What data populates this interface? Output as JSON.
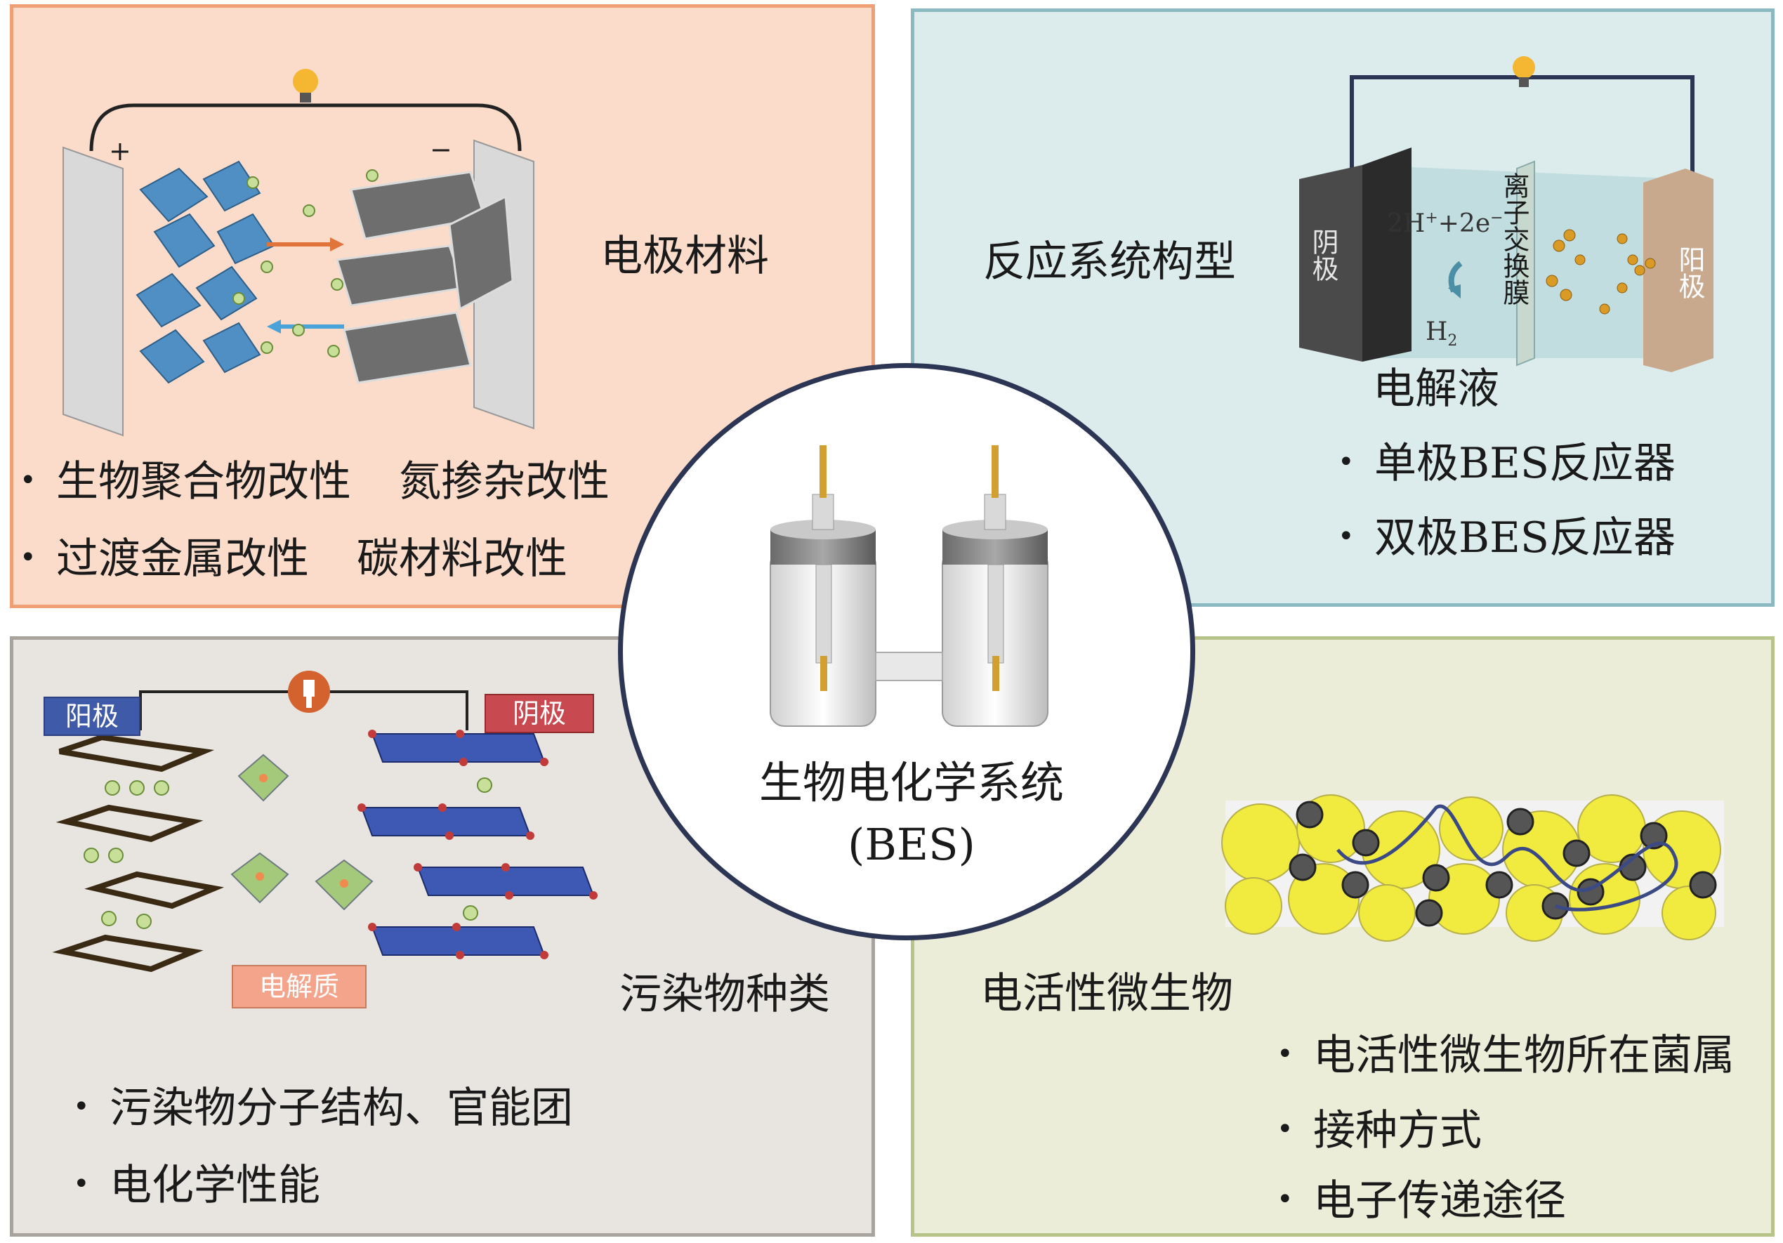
{
  "center": {
    "title": "生物电化学系统",
    "subtitle": "(BES)"
  },
  "electrode_materials": {
    "title": "电极材料",
    "plus": "+",
    "minus": "−",
    "bullets": [
      {
        "a": "生物聚合物改性",
        "b": "氮掺杂改性"
      },
      {
        "a": "过渡金属改性",
        "b": "碳材料改性"
      }
    ]
  },
  "reactor": {
    "title": "反应系统构型",
    "cathode": "阴极",
    "anode": "阳极",
    "membrane": "离子交换膜",
    "reaction": "2H",
    "reaction_sup": "+",
    "reaction_mid": "+2e",
    "reaction_sup2": "−",
    "product": "H",
    "product_sub": "2",
    "electrolyte": "电解液",
    "bullets": [
      "单极BES反应器",
      "双极BES反应器"
    ]
  },
  "pollutants": {
    "title": "污染物种类",
    "anode_label": "阳极",
    "cathode_label": "阴极",
    "electrolyte_label": "电解质",
    "bullets": [
      "污染物分子结构、官能团",
      "电化学性能"
    ]
  },
  "microbes": {
    "title": "电活性微生物",
    "bullets": [
      "电活性微生物所在菌属",
      "接种方式",
      "电子传递途径"
    ]
  },
  "colors": {
    "tl_bg": "#fbdccb",
    "tl_border": "#ee9f73",
    "tr_bg": "#dcecec",
    "tr_border": "#8ab9c2",
    "bl_bg": "#e8e5e1",
    "bl_border": "#a9a39d",
    "br_bg": "#ecedd8",
    "br_border": "#b6c48a",
    "circle_border": "#2c3553"
  }
}
